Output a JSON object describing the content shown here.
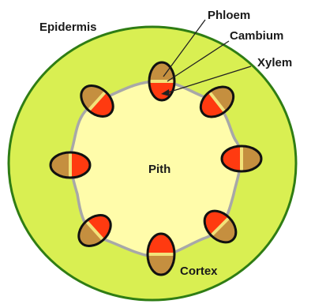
{
  "labels": {
    "epidermis": "Epidermis",
    "phloem": "Phloem",
    "cambium": "Cambium",
    "xylem": "Xylem",
    "pith": "Pith",
    "cortex": "Cortex"
  },
  "colors": {
    "cortex": "#d9ef52",
    "epidermis_outline": "#2f7d14",
    "pith": "#fffcaa",
    "cambium_ring": "#a8a8a8",
    "phloem": "#c58f3f",
    "xylem": "#ff3a10",
    "cambium_band": "#f2e27a",
    "bundle_outline": "#111111",
    "text": "#1a1a1a"
  },
  "vascular_bundle_count": 8
}
